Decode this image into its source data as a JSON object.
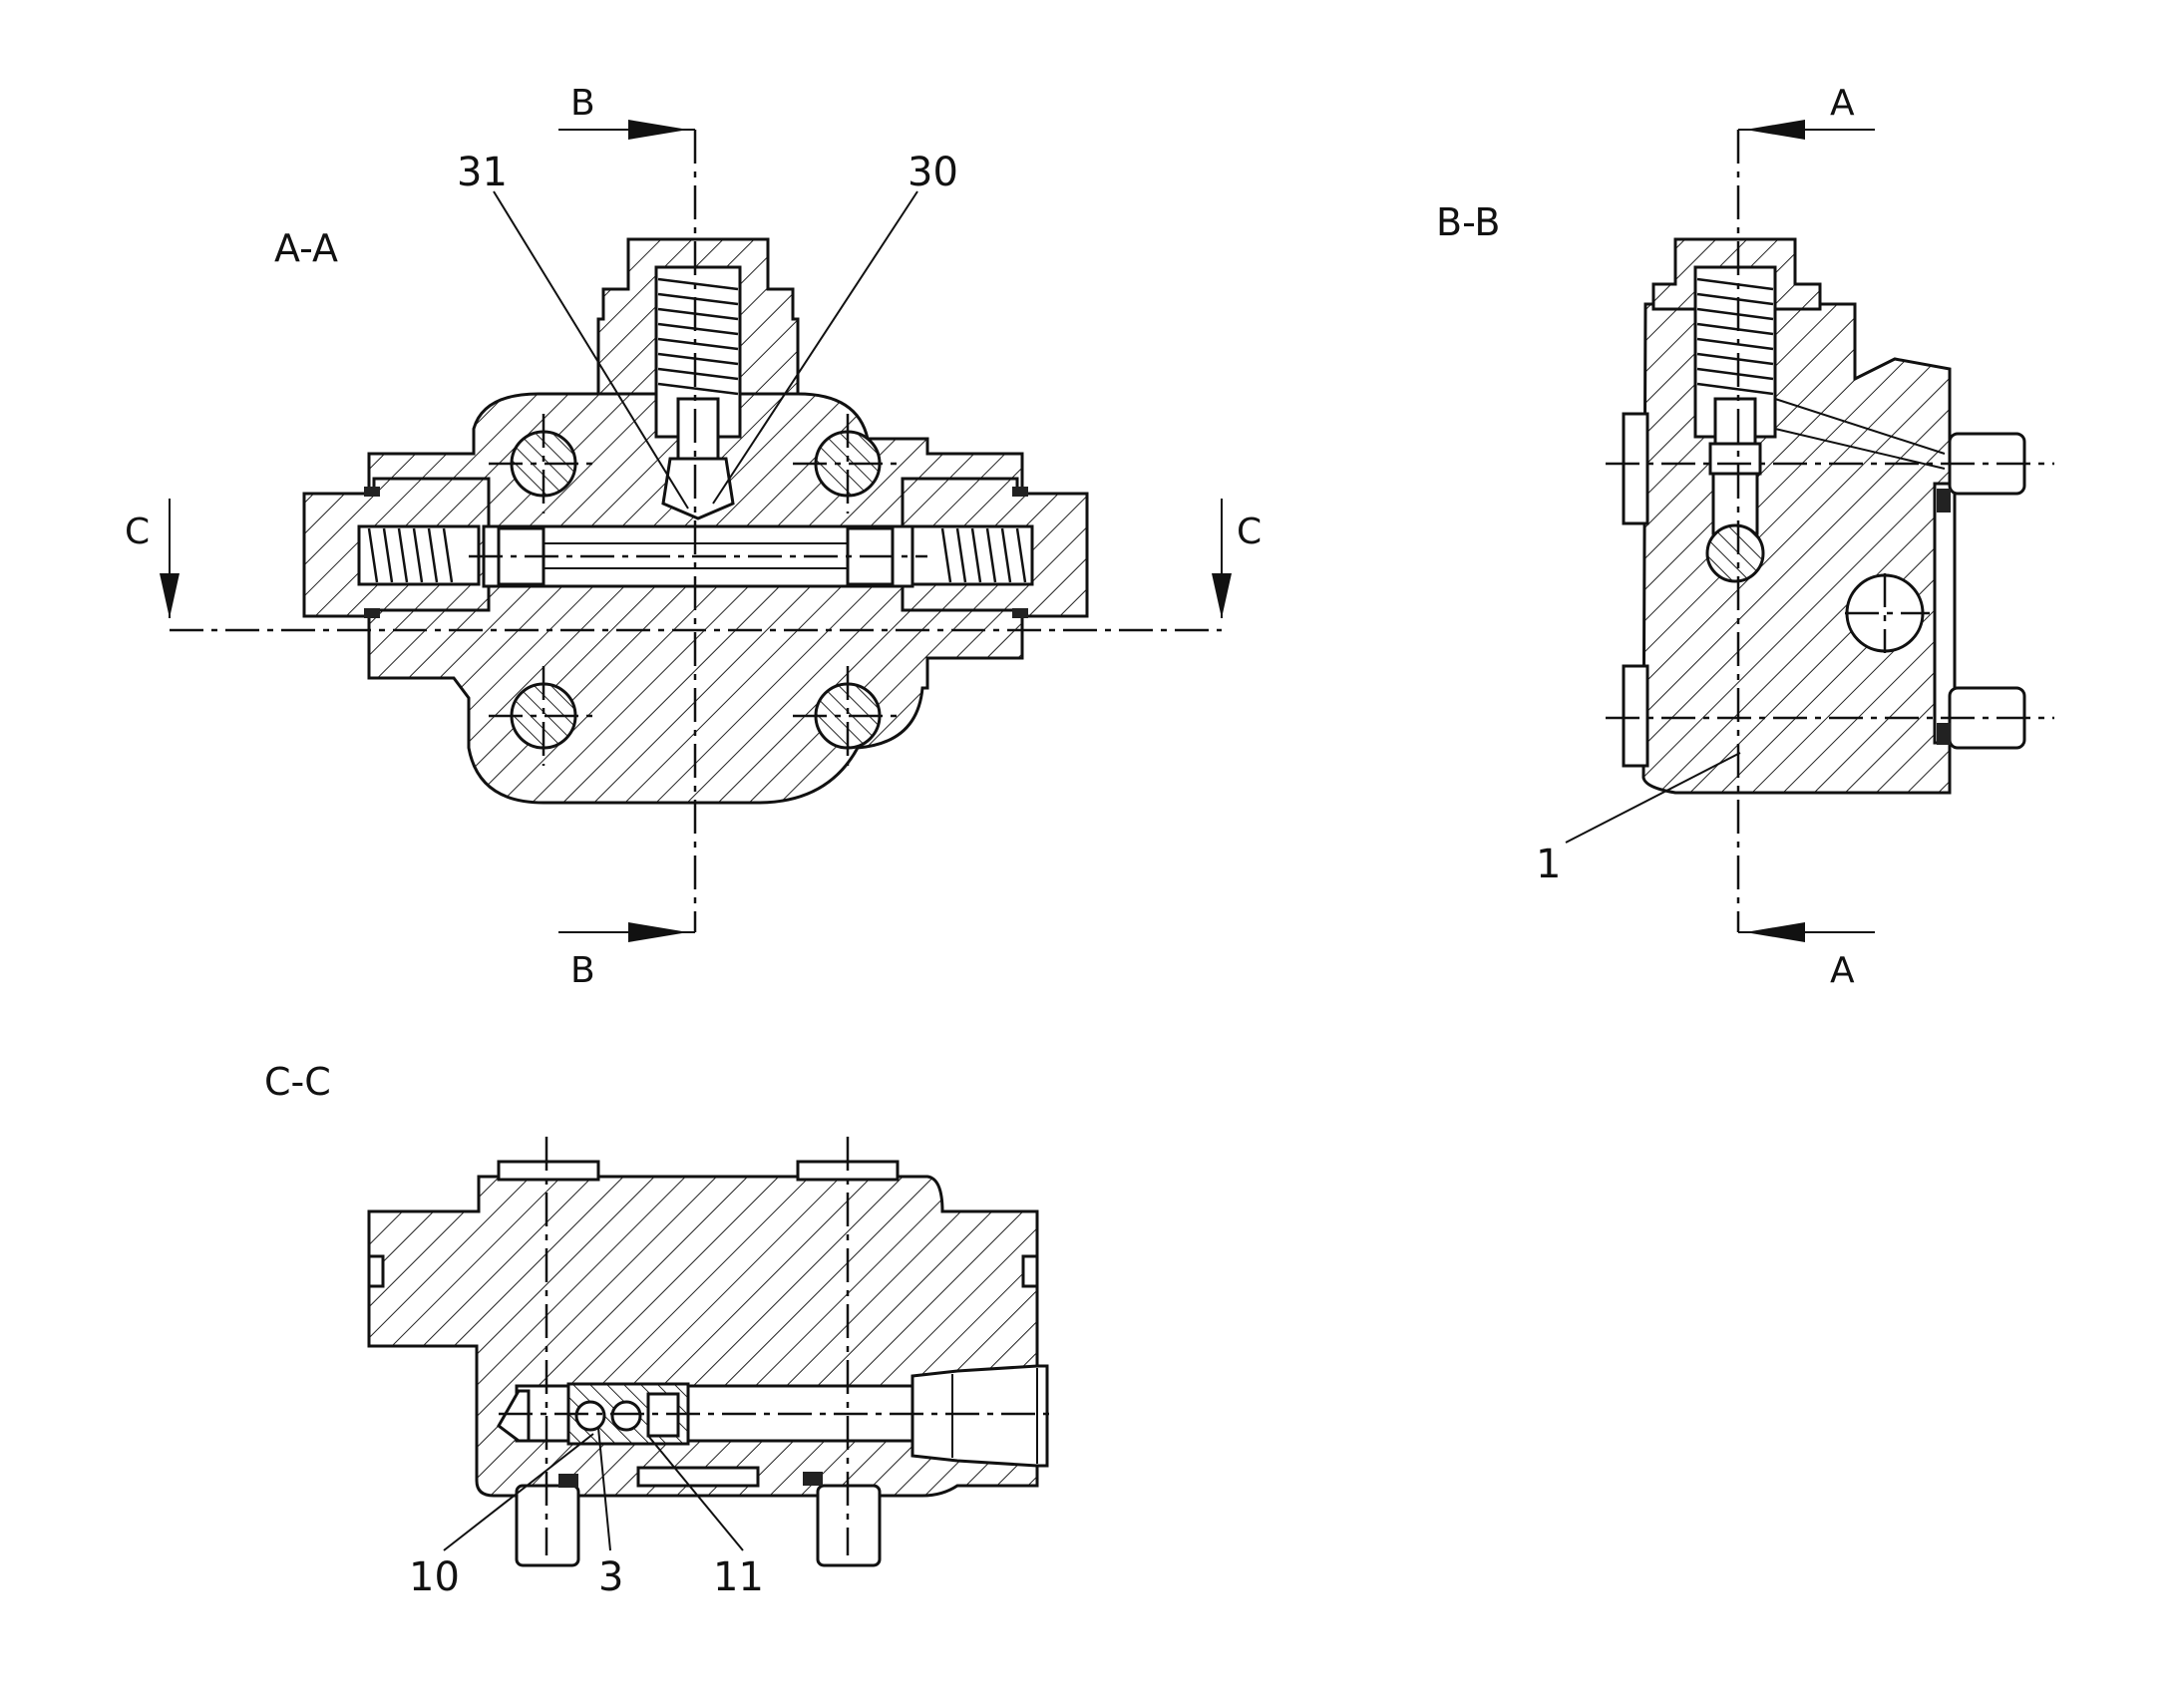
{
  "views": {
    "aa": {
      "title": "A-A"
    },
    "bb": {
      "title": "B-B"
    },
    "cc": {
      "title": "C-C"
    }
  },
  "section_marks": {
    "b_top": "B",
    "b_bottom": "B",
    "a_top": "A",
    "a_bottom": "A",
    "c_left": "C",
    "c_right": "C"
  },
  "callouts": {
    "p31": "31",
    "p30": "30",
    "p1": "1",
    "p10": "10",
    "p3": "3",
    "p11": "11"
  }
}
